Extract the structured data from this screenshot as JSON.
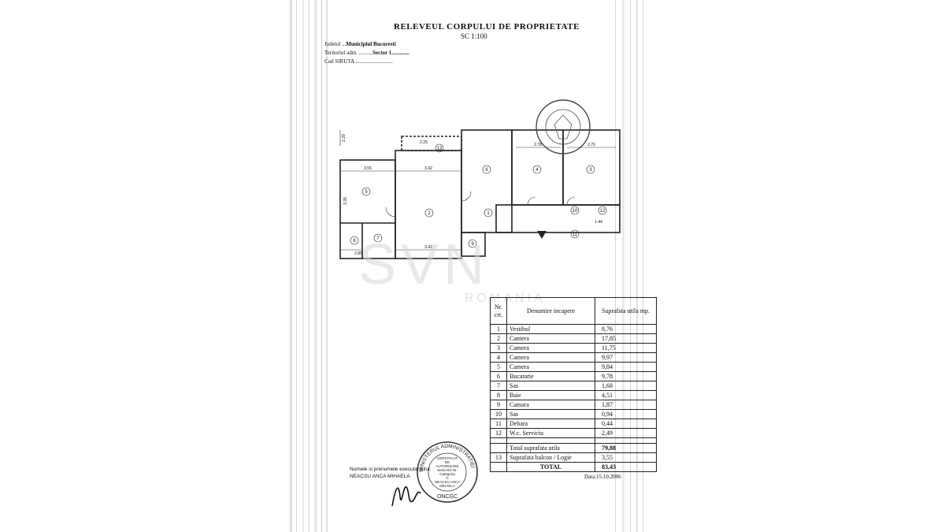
{
  "header": {
    "title": "RELEVEUL CORPULUI DE PROPRIETATE",
    "scale": "SC 1:100",
    "judet_label": "Judetul ...",
    "judet_value": "Municipiul Bucuresti",
    "teritoriul_label": "Teritoriul adm. ..........",
    "teritoriul_value": "Sector 1.............",
    "siruta_label": "Cod SIRUTA ..........................."
  },
  "watermark": {
    "text_main": "SVN",
    "text_sub": "ROMANIA"
  },
  "table": {
    "headers": {
      "nr": "Nr. crt.",
      "name": "Denumire incapere",
      "area": "Suprafata utila mp."
    },
    "rows": [
      {
        "nr": "1",
        "name": "Vestibul",
        "area": "8,76"
      },
      {
        "nr": "2",
        "name": "Camera",
        "area": "17,85"
      },
      {
        "nr": "3",
        "name": "Camera",
        "area": "11,75"
      },
      {
        "nr": "4",
        "name": "Camera",
        "area": "9,97"
      },
      {
        "nr": "5",
        "name": "Camera",
        "area": "9,84"
      },
      {
        "nr": "6",
        "name": "Bucatarie",
        "area": "9,78"
      },
      {
        "nr": "7",
        "name": "Sas",
        "area": "1,68"
      },
      {
        "nr": "8",
        "name": "Baie",
        "area": "4,51"
      },
      {
        "nr": "9",
        "name": "Camara",
        "area": "1,87"
      },
      {
        "nr": "10",
        "name": "Sas",
        "area": "0,94"
      },
      {
        "nr": "11",
        "name": "Debara",
        "area": "0,44"
      },
      {
        "nr": "12",
        "name": "W.c. Serviciu",
        "area": "2,49"
      }
    ],
    "total_utila": {
      "label": "Total suprafata utila",
      "area": "79,88"
    },
    "balcon": {
      "nr": "13",
      "label": "Suprafata balcon / Logie",
      "area": "3,55"
    },
    "total": {
      "label": "TOTAL",
      "area": "83,43"
    }
  },
  "footer": {
    "executant_label": "Numele si prenumele executantului:",
    "executant_name": "NEACSU ANCA MIHAELA",
    "date": "Data:15.10.2006"
  },
  "stamp": {
    "ring": "MINISTERUL ADMINISTRATIEI",
    "line1": "CERTIFICAT",
    "line2": "DE",
    "line3": "AUTORIZARE",
    "line4": "Seria RO Nr.",
    "line5": "Categoria",
    "line6": "C",
    "line7": "NEACSU ANCA",
    "line8": "MIHAELA",
    "bottom": "ONCGC"
  },
  "plan": {
    "room_numbers": [
      "1",
      "2",
      "3",
      "4",
      "5",
      "6",
      "7",
      "8",
      "9",
      "10",
      "11",
      "12",
      "13"
    ],
    "dims": {
      "d355": "3.55",
      "d342a": "3.42",
      "d342b": "3.42",
      "d278": "2.78",
      "d276": "2.76",
      "d335": "3.35",
      "d285": "2.85",
      "d229": "2.29",
      "d225": "2.25",
      "d144": "1.44"
    }
  }
}
